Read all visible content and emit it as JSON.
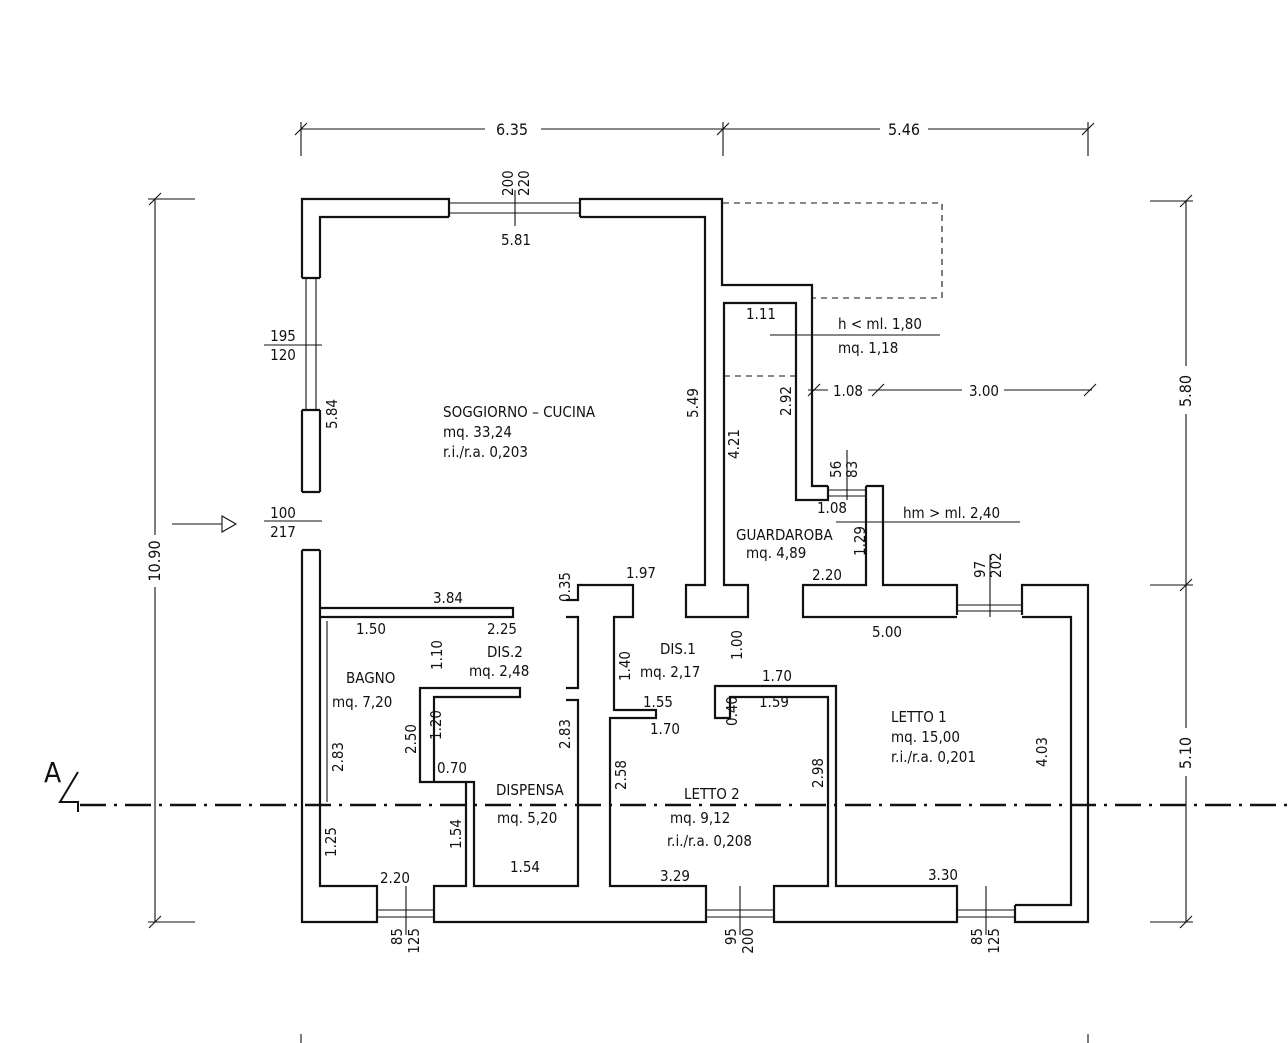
{
  "rooms": {
    "soggiorno": {
      "name": "SOGGIORNO  –  CUCINA",
      "area": "mq. 33,24",
      "ratio": "r.i./r.a. 0,203"
    },
    "guardaroba": {
      "name": "GUARDAROBA",
      "area": "mq. 4,89"
    },
    "bagno": {
      "name": "BAGNO",
      "area": "mq. 7,20"
    },
    "dis2": {
      "name": "DIS.2",
      "area": "mq. 2,48"
    },
    "dis1": {
      "name": "DIS.1",
      "area": "mq. 2,17"
    },
    "dispensa": {
      "name": "DISPENSA",
      "area": "mq. 5,20"
    },
    "letto2": {
      "name": "LETTO  2",
      "area": "mq. 9,12",
      "ratio": "r.i./r.a. 0,208"
    },
    "letto1": {
      "name": "LETTO  1",
      "area": "mq. 15,00",
      "ratio": "r.i./r.a. 0,201"
    }
  },
  "notes": {
    "low_height": "h < ml. 1,80",
    "low_area": "mq. 1,18",
    "mean_height": "hm > ml. 2,40"
  },
  "overall": {
    "top_left": "6.35",
    "top_right": "5.46",
    "left_total": "10.90",
    "right_upper": "5.80",
    "right_lower": "5.10"
  },
  "openings": {
    "top_window_w": "200",
    "top_window_h": "220",
    "left_window_w": "195",
    "left_window_h": "120",
    "entry_w": "100",
    "entry_h": "217",
    "letto1_window_w": "97",
    "letto1_window_h": "202",
    "small_window_w": "56",
    "small_window_h": "83",
    "bottom_left_w": "85",
    "bottom_left_h": "125",
    "bottom_mid_w": "95",
    "bottom_mid_h": "200",
    "bottom_right_w": "85",
    "bottom_right_h": "125"
  },
  "dims": {
    "d_581": "5.81",
    "d_584": "5.84",
    "d_549": "5.49",
    "d_111": "1.11",
    "d_421": "4.21",
    "d_292": "2.92",
    "d_108a": "1.08",
    "d_300": "3.00",
    "d_108b": "1.08",
    "d_129": "1.29",
    "d_220a": "2.20",
    "d_035": "0.35",
    "d_197": "1.97",
    "d_384": "3.84",
    "d_150": "1.50",
    "d_225": "2.25",
    "d_110": "1.10",
    "d_140": "1.40",
    "d_100": "1.00",
    "d_500": "5.00",
    "d_170a": "1.70",
    "d_159": "1.59",
    "d_040": "0.40",
    "d_155": "1.55",
    "d_170b": "1.70",
    "d_120": "1.20",
    "d_250": "2.50",
    "d_283a": "2.83",
    "d_283b": "2.83",
    "d_070": "0.70",
    "d_258": "2.58",
    "d_298": "2.98",
    "d_403": "4.03",
    "d_125": "1.25",
    "d_154a": "1.54",
    "d_154b": "1.54",
    "d_220b": "2.20",
    "d_329": "3.29",
    "d_330": "3.30"
  },
  "section_label": "A"
}
